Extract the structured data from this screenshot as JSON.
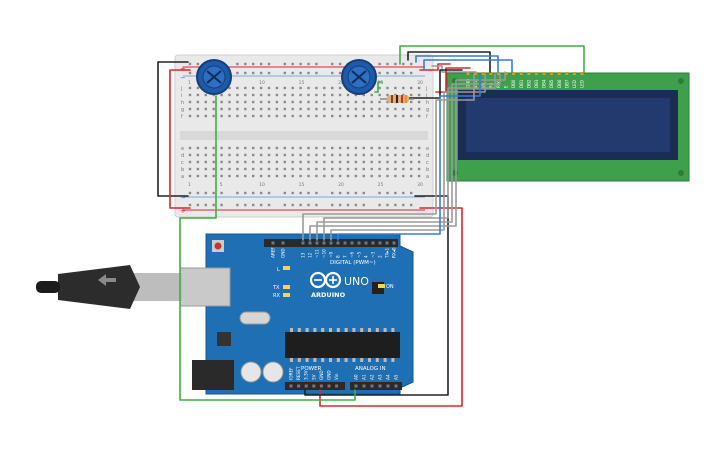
{
  "arduino": {
    "brand": "ARDUINO",
    "model": "UNO",
    "digital_header_label": "DIGITAL (PWM~)",
    "power_label": "POWER",
    "analog_label": "ANALOG IN",
    "aref_label": "AREF",
    "gnd_label": "GND",
    "led_l": "L",
    "led_tx": "TX",
    "led_rx": "RX",
    "on_label": "ON",
    "digital_pins": [
      "13",
      "12",
      "~11",
      "~10",
      "~9",
      "8",
      "7",
      "~6",
      "~5",
      "4",
      "~3",
      "2",
      "TX▸1",
      "RX◂0"
    ],
    "power_pins": [
      "IOREF",
      "RESET",
      "3.3V",
      "5V",
      "GND",
      "GND",
      "Vin"
    ],
    "analog_pins": [
      "A0",
      "A1",
      "A2",
      "A3",
      "A4",
      "A5"
    ]
  },
  "breadboard": {
    "row_letters_top": [
      "j",
      "i",
      "h",
      "g",
      "f"
    ],
    "row_letters_bottom": [
      "e",
      "d",
      "c",
      "b",
      "a"
    ],
    "column_numbers": [
      "1",
      "5",
      "10",
      "15",
      "20",
      "25",
      "30"
    ],
    "rail_plus": "+",
    "rail_minus": "−"
  },
  "lcd": {
    "pin_labels": [
      "GND",
      "VCC",
      "V0",
      "RS",
      "RW",
      "E",
      "DB0",
      "DB1",
      "DB2",
      "DB3",
      "DB4",
      "DB5",
      "DB6",
      "DB7",
      "LED",
      "LED"
    ]
  },
  "colors": {
    "board_blue": "#1f6fb5",
    "lcd_green": "#3ea04a",
    "lcd_screen": "#233a6e",
    "wire_red": "#d9282f",
    "wire_black": "#222222",
    "wire_green": "#3cb043",
    "wire_blue": "#3a7bd5",
    "wire_gray": "#9a9a9a",
    "pot_blue": "#1e5aa8"
  },
  "icons": {
    "usb_cable": "usb-plug-icon",
    "potentiometer": "potentiometer-icon",
    "resistor": "resistor-icon"
  }
}
